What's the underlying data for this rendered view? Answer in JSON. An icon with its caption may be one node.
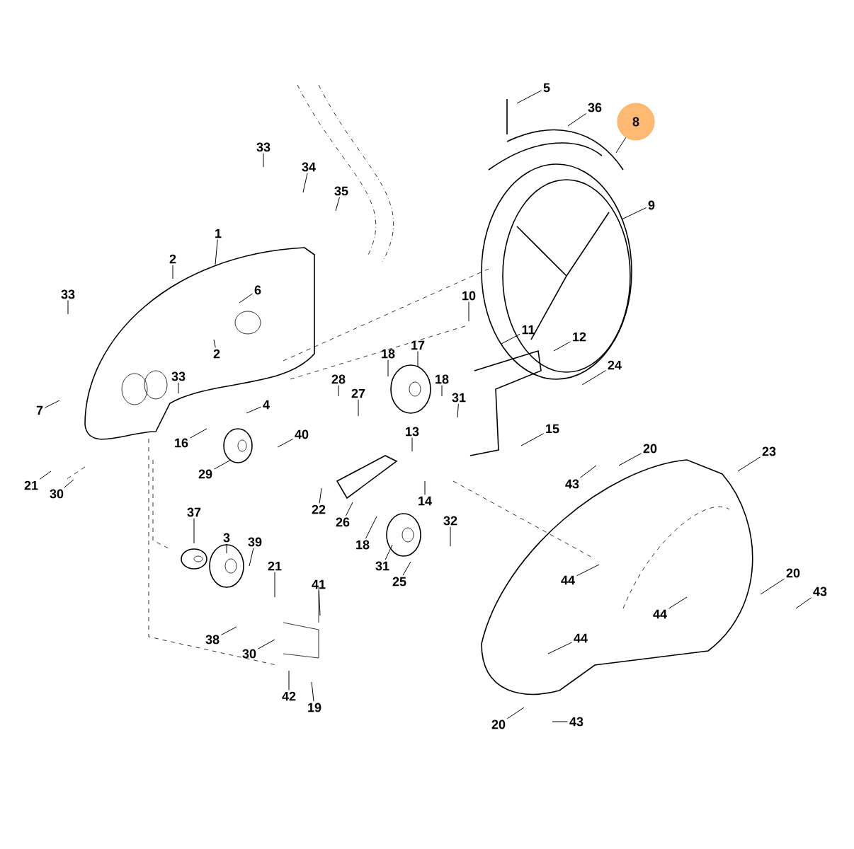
{
  "diagram": {
    "nodes": [
      {
        "text": [
          "5"
        ]
      },
      {
        "text": [
          "36"
        ]
      },
      {
        "text": [
          "8"
        ]
      },
      {
        "text": [
          "33"
        ]
      },
      {
        "text": [
          "34"
        ]
      },
      {
        "text": [
          "35"
        ]
      },
      {
        "text": [
          "9"
        ]
      },
      {
        "text": [
          "1"
        ]
      },
      {
        "text": [
          "2"
        ]
      },
      {
        "text": [
          "6"
        ]
      },
      {
        "text": [
          "33"
        ]
      },
      {
        "text": [
          "10"
        ]
      },
      {
        "text": [
          "11"
        ]
      },
      {
        "text": [
          "12"
        ]
      },
      {
        "text": [
          "17"
        ]
      },
      {
        "text": [
          "18"
        ]
      },
      {
        "text": [
          "2"
        ]
      },
      {
        "text": [
          "24"
        ]
      },
      {
        "text": [
          "28"
        ]
      },
      {
        "text": [
          "33"
        ]
      },
      {
        "text": [
          "18"
        ]
      },
      {
        "text": [
          "27"
        ]
      },
      {
        "text": [
          "31"
        ]
      },
      {
        "text": [
          "4"
        ]
      },
      {
        "text": [
          "7"
        ]
      },
      {
        "text": [
          "15"
        ]
      },
      {
        "text": [
          "13"
        ]
      },
      {
        "text": [
          "40"
        ]
      },
      {
        "text": [
          "16"
        ]
      },
      {
        "text": [
          "20"
        ]
      },
      {
        "text": [
          "23"
        ]
      },
      {
        "text": [
          "29"
        ]
      },
      {
        "text": [
          "43"
        ]
      },
      {
        "text": [
          "21"
        ]
      },
      {
        "text": [
          "30"
        ]
      },
      {
        "text": [
          "14"
        ]
      },
      {
        "text": [
          "22"
        ]
      },
      {
        "text": [
          "37"
        ]
      },
      {
        "text": [
          "32"
        ]
      },
      {
        "text": [
          "26"
        ]
      },
      {
        "text": [
          "3"
        ]
      },
      {
        "text": [
          "39"
        ]
      },
      {
        "text": [
          "18"
        ]
      },
      {
        "text": [
          "21"
        ]
      },
      {
        "text": [
          "31"
        ]
      },
      {
        "text": [
          "44"
        ]
      },
      {
        "text": [
          "25"
        ]
      },
      {
        "text": [
          "41"
        ]
      },
      {
        "text": [
          "20"
        ]
      },
      {
        "text": [
          "43"
        ]
      },
      {
        "text": [
          "44"
        ]
      },
      {
        "text": [
          "44"
        ]
      },
      {
        "text": [
          "38"
        ]
      },
      {
        "text": [
          "30"
        ]
      },
      {
        "text": [
          "42"
        ]
      },
      {
        "text": [
          "19"
        ]
      },
      {
        "text": [
          "20"
        ]
      },
      {
        "text": [
          "43"
        ]
      }
    ],
    "edges": [
      {
        "from": 0,
        "to": null,
        "arrow": "none"
      },
      {
        "from": 1,
        "to": null,
        "arrow": "none"
      },
      {
        "from": 2,
        "to": null,
        "arrow": "none"
      },
      {
        "from": 3,
        "to": null,
        "arrow": "none"
      },
      {
        "from": 4,
        "to": null,
        "arrow": "none"
      },
      {
        "from": 5,
        "to": null,
        "arrow": "none"
      },
      {
        "from": 6,
        "to": null,
        "arrow": "none"
      },
      {
        "from": 7,
        "to": null,
        "arrow": "none"
      },
      {
        "from": 8,
        "to": null,
        "arrow": "none"
      },
      {
        "from": 9,
        "to": null,
        "arrow": "none"
      },
      {
        "from": 10,
        "to": null,
        "arrow": "none"
      },
      {
        "from": 11,
        "to": null,
        "arrow": "none"
      },
      {
        "from": 12,
        "to": null,
        "arrow": "none"
      },
      {
        "from": 13,
        "to": null,
        "arrow": "none"
      },
      {
        "from": 14,
        "to": null,
        "arrow": "none"
      },
      {
        "from": 15,
        "to": null,
        "arrow": "none"
      },
      {
        "from": 16,
        "to": null,
        "arrow": "none"
      },
      {
        "from": 17,
        "to": null,
        "arrow": "none"
      },
      {
        "from": 18,
        "to": null,
        "arrow": "none"
      },
      {
        "from": 19,
        "to": null,
        "arrow": "none"
      },
      {
        "from": 20,
        "to": null,
        "arrow": "none"
      },
      {
        "from": 21,
        "to": null,
        "arrow": "none"
      },
      {
        "from": 22,
        "to": null,
        "arrow": "none"
      },
      {
        "from": 23,
        "to": null,
        "arrow": "none"
      },
      {
        "from": 24,
        "to": null,
        "arrow": "none"
      },
      {
        "from": 25,
        "to": null,
        "arrow": "none"
      },
      {
        "from": 26,
        "to": null,
        "arrow": "none"
      },
      {
        "from": 27,
        "to": null,
        "arrow": "none"
      },
      {
        "from": 28,
        "to": null,
        "arrow": "none"
      },
      {
        "from": 29,
        "to": null,
        "arrow": "none"
      },
      {
        "from": 30,
        "to": null,
        "arrow": "none"
      },
      {
        "from": 31,
        "to": null,
        "arrow": "none"
      },
      {
        "from": 32,
        "to": null,
        "arrow": "none"
      },
      {
        "from": 33,
        "to": null,
        "arrow": "none"
      },
      {
        "from": 34,
        "to": null,
        "arrow": "none"
      },
      {
        "from": 35,
        "to": null,
        "arrow": "none"
      },
      {
        "from": 36,
        "to": null,
        "arrow": "none"
      },
      {
        "from": 37,
        "to": null,
        "arrow": "none"
      },
      {
        "from": 38,
        "to": null,
        "arrow": "none"
      },
      {
        "from": 39,
        "to": null,
        "arrow": "none"
      },
      {
        "from": 40,
        "to": null,
        "arrow": "none"
      },
      {
        "from": 41,
        "to": null,
        "arrow": "none"
      },
      {
        "from": 42,
        "to": null,
        "arrow": "none"
      },
      {
        "from": 43,
        "to": null,
        "arrow": "none"
      },
      {
        "from": 44,
        "to": null,
        "arrow": "none"
      },
      {
        "from": 45,
        "to": null,
        "arrow": "none"
      },
      {
        "from": 46,
        "to": null,
        "arrow": "none"
      },
      {
        "from": 47,
        "to": null,
        "arrow": "none"
      },
      {
        "from": 48,
        "to": null,
        "arrow": "none"
      },
      {
        "from": 49,
        "to": null,
        "arrow": "none"
      },
      {
        "from": 50,
        "to": null,
        "arrow": "none"
      },
      {
        "from": 51,
        "to": null,
        "arrow": "none"
      },
      {
        "from": 52,
        "to": null,
        "arrow": "none"
      },
      {
        "from": 53,
        "to": null,
        "arrow": "none"
      },
      {
        "from": 54,
        "to": null,
        "arrow": "none"
      },
      {
        "from": 55,
        "to": null,
        "arrow": "none"
      },
      {
        "from": 56,
        "to": null,
        "arrow": "none"
      },
      {
        "from": 57,
        "to": null,
        "arrow": "none"
      }
    ]
  }
}
